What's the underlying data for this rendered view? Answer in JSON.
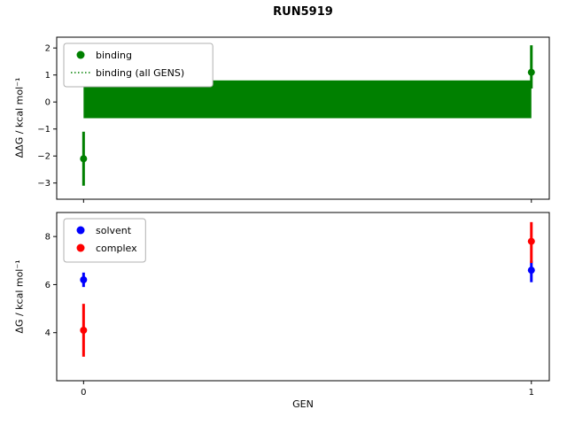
{
  "title": "RUN5919",
  "xlabel": "GEN",
  "chart_data": [
    {
      "type": "scatter",
      "name": "binding-free-energy-plot",
      "title": "",
      "ylabel": "ΔΔG / kcal mol⁻¹",
      "xlim": [
        -0.06,
        1.04
      ],
      "ylim": [
        -3.6,
        2.4
      ],
      "yticks": [
        2,
        1,
        0,
        -1,
        -2,
        -3
      ],
      "xticks": [
        0,
        1
      ],
      "show_xtick_labels": false,
      "grid": false,
      "legend_position": "upper-left",
      "band": {
        "label": "binding (all GENS)",
        "x": [
          0,
          1
        ],
        "y": [
          -0.6,
          0.8
        ],
        "color": "#008000"
      },
      "series": [
        {
          "name": "binding",
          "color": "#008000",
          "marker": "circle",
          "points": [
            {
              "x": 0,
              "y": -2.1,
              "ylo": -3.1,
              "yhi": -1.1
            },
            {
              "x": 1,
              "y": 1.1,
              "ylo": 0.5,
              "yhi": 2.1
            }
          ]
        }
      ],
      "legend": [
        {
          "label": "binding",
          "marker": "dot",
          "color": "#008000"
        },
        {
          "label": "binding (all GENS)",
          "marker": "dotted-line",
          "color": "#008000"
        }
      ]
    },
    {
      "type": "scatter",
      "name": "absolute-free-energy-plot",
      "title": "",
      "ylabel": "ΔG / kcal mol⁻¹",
      "xlim": [
        -0.06,
        1.04
      ],
      "ylim": [
        2.0,
        9.0
      ],
      "yticks": [
        8,
        6,
        4
      ],
      "xticks": [
        0,
        1
      ],
      "show_xtick_labels": true,
      "grid": false,
      "legend_position": "upper-left",
      "series": [
        {
          "name": "solvent",
          "color": "#0000ff",
          "marker": "circle",
          "points": [
            {
              "x": 0,
              "y": 6.2,
              "ylo": 5.9,
              "yhi": 6.5
            },
            {
              "x": 1,
              "y": 6.6,
              "ylo": 6.1,
              "yhi": 7.0
            }
          ]
        },
        {
          "name": "complex",
          "color": "#ff0000",
          "marker": "circle",
          "points": [
            {
              "x": 0,
              "y": 4.1,
              "ylo": 3.0,
              "yhi": 5.2
            },
            {
              "x": 1,
              "y": 7.8,
              "ylo": 6.9,
              "yhi": 8.6
            }
          ]
        }
      ],
      "legend": [
        {
          "label": "solvent",
          "marker": "dot",
          "color": "#0000ff"
        },
        {
          "label": "complex",
          "marker": "dot",
          "color": "#ff0000"
        }
      ]
    }
  ]
}
